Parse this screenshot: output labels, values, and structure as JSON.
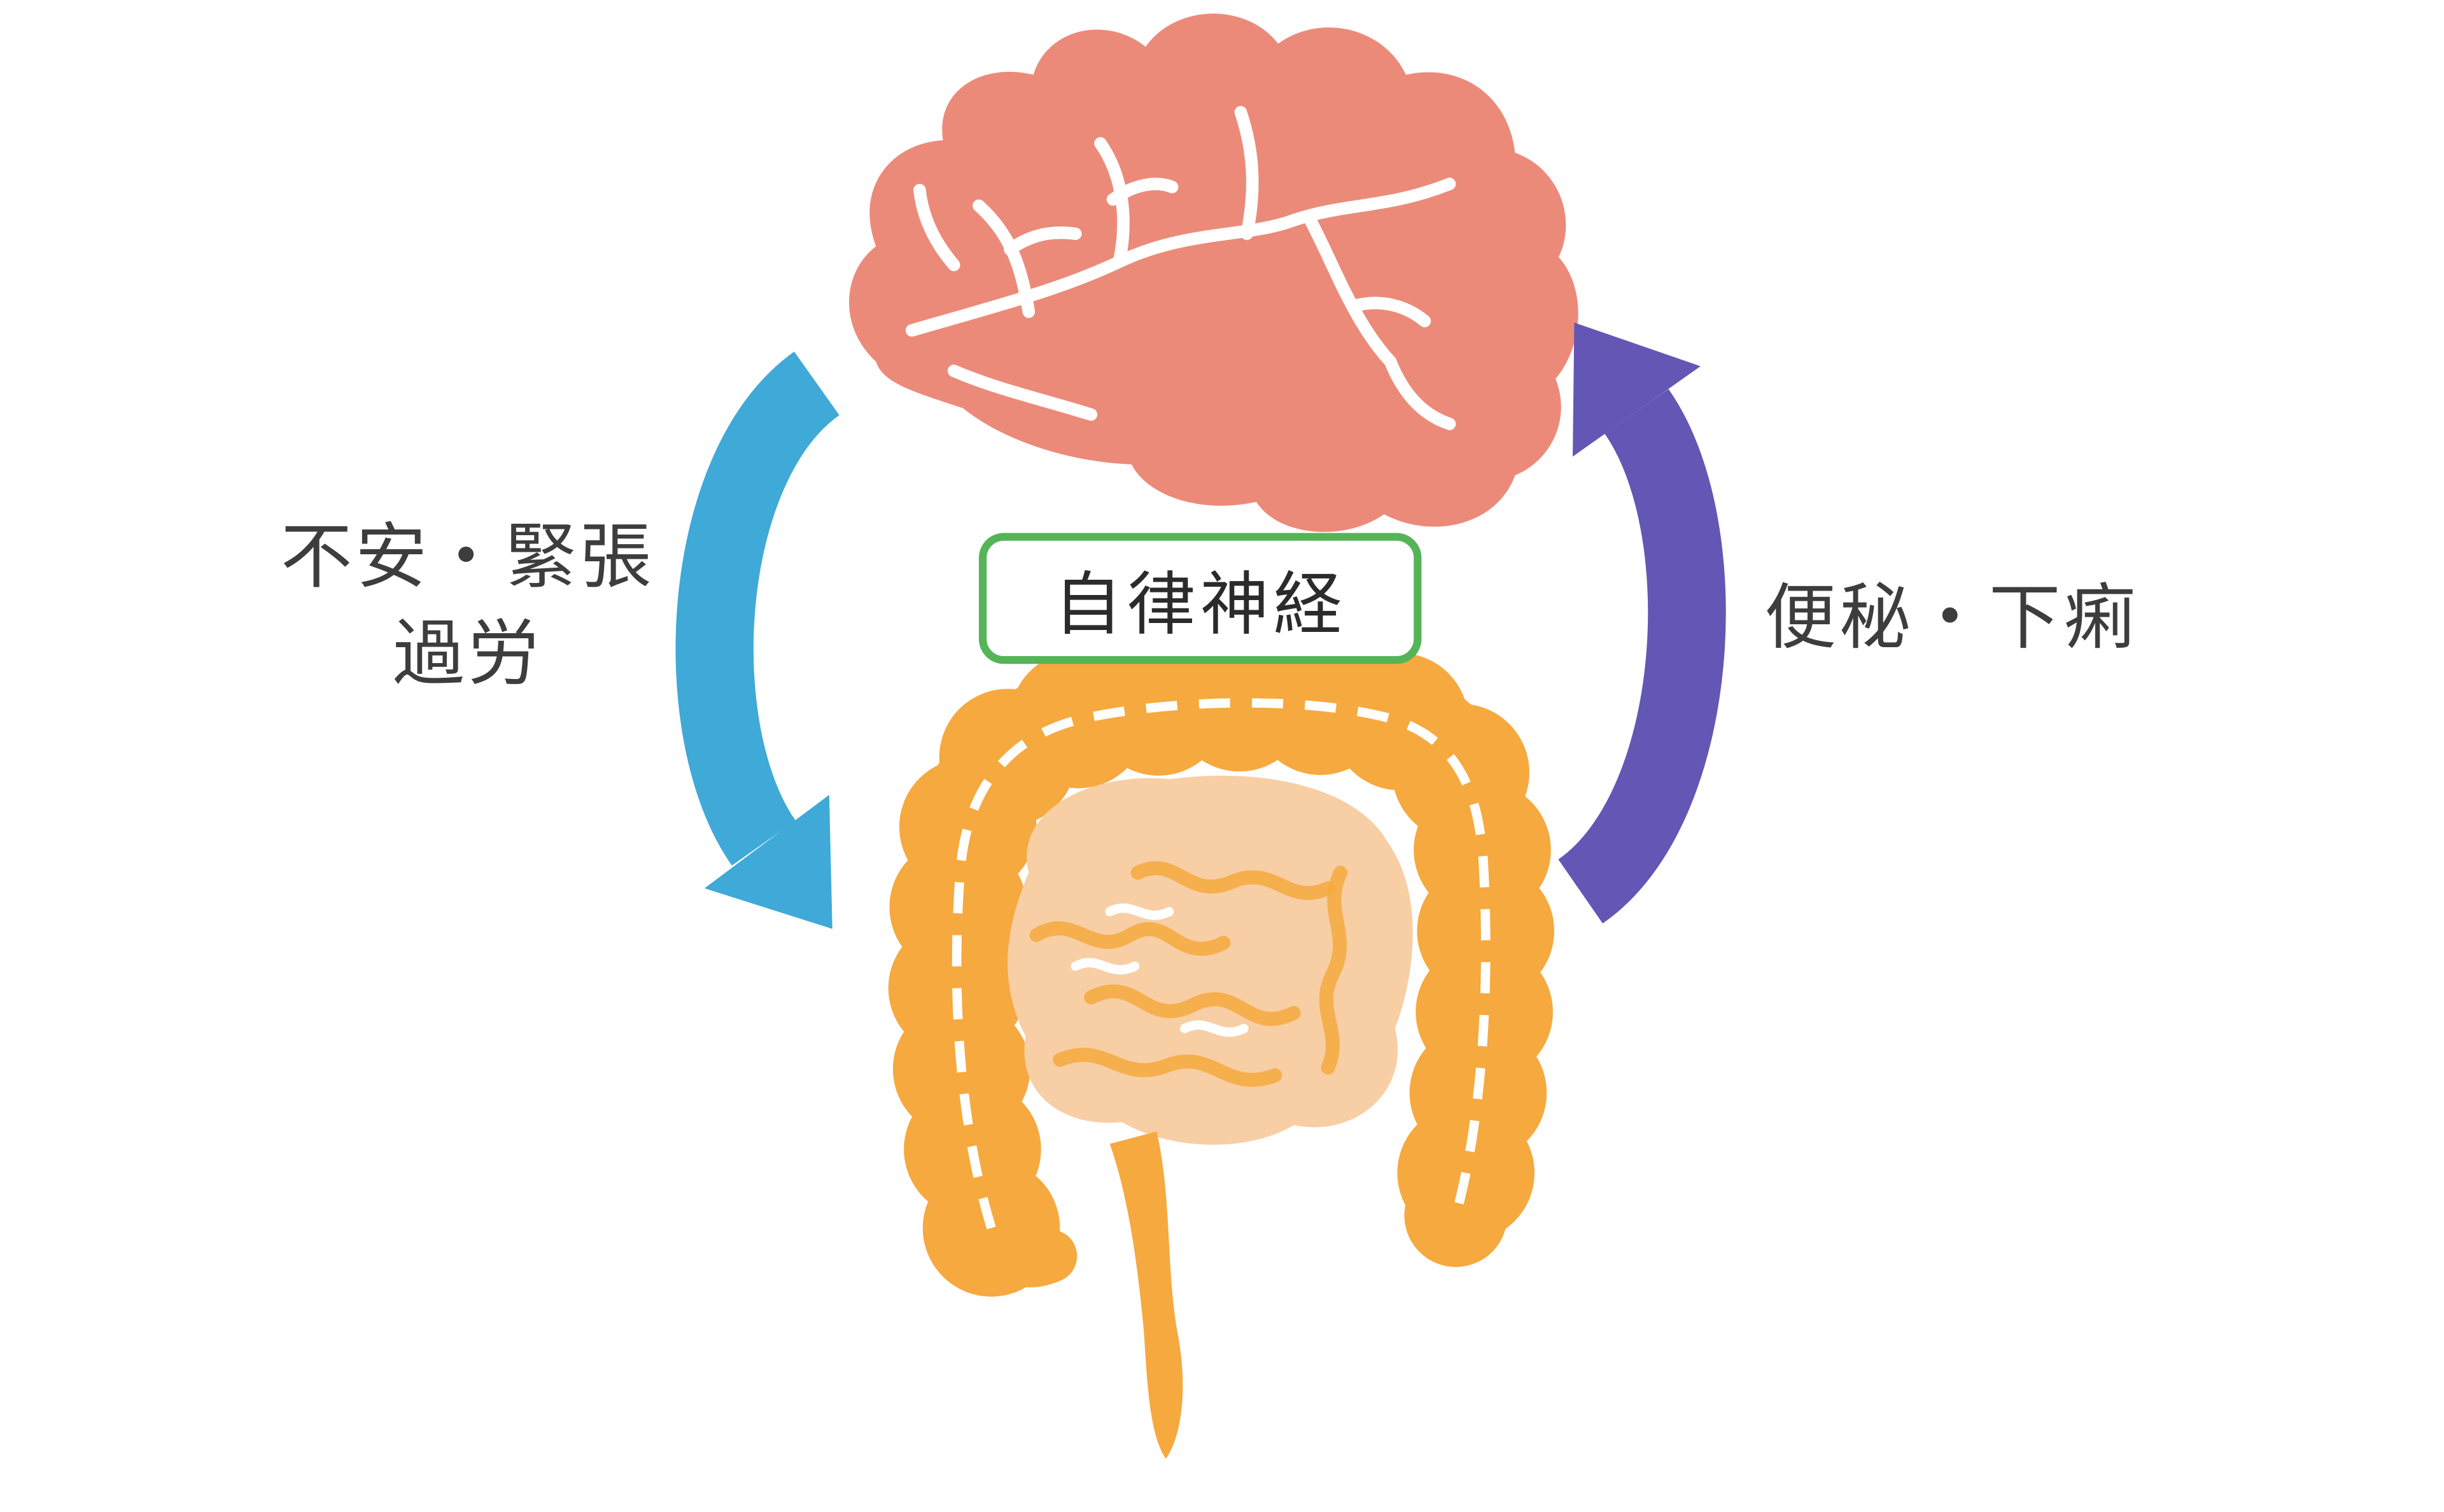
{
  "diagram": {
    "center_box": {
      "label": "自律神経"
    },
    "left_label": {
      "line1": "不安・緊張",
      "line2": "過労"
    },
    "right_label": {
      "text": "便秘・下痢"
    },
    "icons": {
      "brain": "brain-illustration",
      "intestines": "intestines-illustration",
      "left_arrow": "curved-arrow-down-brain-to-gut",
      "right_arrow": "curved-arrow-up-gut-to-brain"
    }
  },
  "colors": {
    "brain": "#EC8A7A",
    "intestine": "#F6A93E",
    "intestine-light": "#F8CEA4",
    "arrow-blue": "#3FA9D8",
    "arrow-purple": "#6456B4",
    "box-green": "#55B457",
    "text": "#3D3D3D",
    "background": "#FFFFFF"
  }
}
